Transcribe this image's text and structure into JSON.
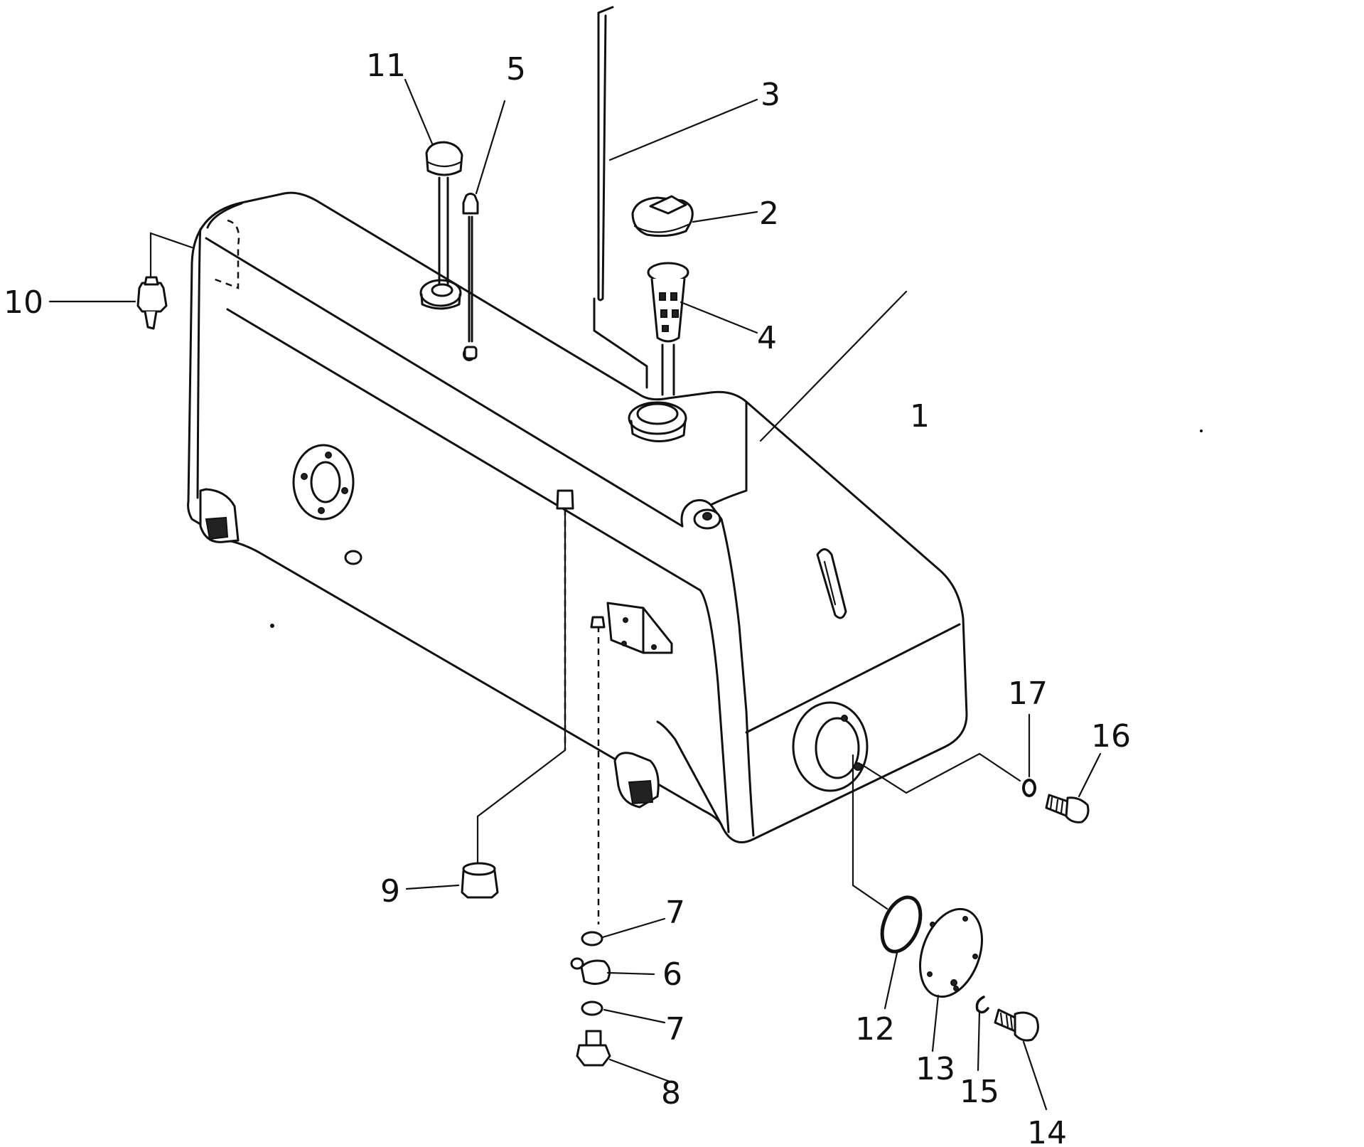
{
  "diagram": {
    "callouts": [
      {
        "id": "c1",
        "label": "1"
      },
      {
        "id": "c2",
        "label": "2"
      },
      {
        "id": "c3",
        "label": "3"
      },
      {
        "id": "c4",
        "label": "4"
      },
      {
        "id": "c5",
        "label": "5"
      },
      {
        "id": "c6",
        "label": "6"
      },
      {
        "id": "c7a",
        "label": "7"
      },
      {
        "id": "c7b",
        "label": "7"
      },
      {
        "id": "c8",
        "label": "8"
      },
      {
        "id": "c9",
        "label": "9"
      },
      {
        "id": "c10",
        "label": "10"
      },
      {
        "id": "c11",
        "label": "11"
      },
      {
        "id": "c12",
        "label": "12"
      },
      {
        "id": "c13",
        "label": "13"
      },
      {
        "id": "c14",
        "label": "14"
      },
      {
        "id": "c15",
        "label": "15"
      },
      {
        "id": "c16",
        "label": "16"
      },
      {
        "id": "c17",
        "label": "17"
      }
    ]
  }
}
